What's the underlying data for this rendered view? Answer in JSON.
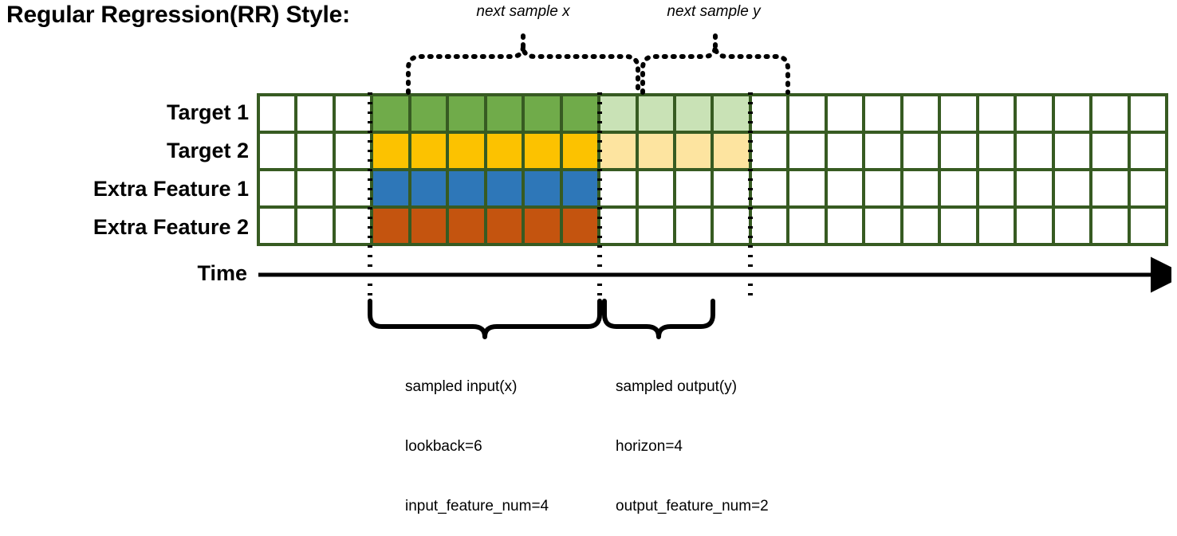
{
  "page_title": "Regular Regression(RR) Style:",
  "annotations": {
    "next_sample_x": "next sample x",
    "next_sample_y": "next sample y"
  },
  "row_labels": [
    "Target 1",
    "Target 2",
    "Extra Feature 1",
    "Extra Feature 2"
  ],
  "axis": {
    "time_label": "Time",
    "arrow_direction": "right"
  },
  "captions": {
    "input": {
      "line1": "sampled input(x)",
      "line2": "lookback=6",
      "line3": "input_feature_num=4"
    },
    "output": {
      "line1": "sampled output(y)",
      "line2": "horizon=4",
      "line3": "output_feature_num=2"
    }
  },
  "colors": {
    "grid_border": "#375b22",
    "green": "#70ab4a",
    "green_faded": "#c9e2b6",
    "gold": "#fcc200",
    "gold_faded": "#fde4a0",
    "blue": "#2e77b8",
    "orange": "#c4540f",
    "empty": "#ffffff",
    "ink": "#000000"
  },
  "grid": {
    "columns": 24,
    "rows": 4,
    "input_start_col": 4,
    "lookback": 6,
    "horizon": 4,
    "row_fills": [
      [
        "empty",
        "empty",
        "empty",
        "green",
        "green",
        "green",
        "green",
        "green",
        "green",
        "green-fade",
        "green-fade",
        "green-fade",
        "green-fade",
        "empty",
        "empty",
        "empty",
        "empty",
        "empty",
        "empty",
        "empty",
        "empty",
        "empty",
        "empty",
        "empty"
      ],
      [
        "empty",
        "empty",
        "empty",
        "gold",
        "gold",
        "gold",
        "gold",
        "gold",
        "gold",
        "gold-fade",
        "gold-fade",
        "gold-fade",
        "gold-fade",
        "empty",
        "empty",
        "empty",
        "empty",
        "empty",
        "empty",
        "empty",
        "empty",
        "empty",
        "empty",
        "empty"
      ],
      [
        "empty",
        "empty",
        "empty",
        "blue",
        "blue",
        "blue",
        "blue",
        "blue",
        "blue",
        "empty",
        "empty",
        "empty",
        "empty",
        "empty",
        "empty",
        "empty",
        "empty",
        "empty",
        "empty",
        "empty",
        "empty",
        "empty",
        "empty",
        "empty"
      ],
      [
        "empty",
        "empty",
        "empty",
        "orange",
        "orange",
        "orange",
        "orange",
        "orange",
        "orange",
        "empty",
        "empty",
        "empty",
        "empty",
        "empty",
        "empty",
        "empty",
        "empty",
        "empty",
        "empty",
        "empty",
        "empty",
        "empty",
        "empty",
        "empty"
      ]
    ]
  }
}
